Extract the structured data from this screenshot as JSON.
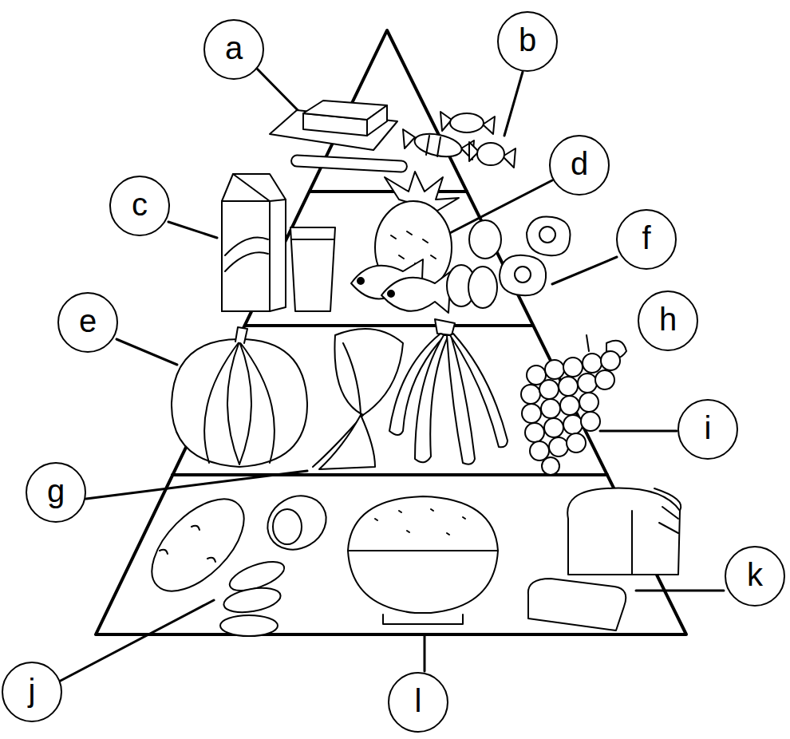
{
  "diagram": {
    "nodes": [
      {
        "text": [
          "a"
        ]
      },
      {
        "text": [
          "b"
        ]
      },
      {
        "text": [
          "c"
        ]
      },
      {
        "text": [
          "d"
        ]
      },
      {
        "text": [
          "e"
        ]
      },
      {
        "text": [
          "f"
        ]
      },
      {
        "text": [
          "g"
        ]
      },
      {
        "text": [
          "h"
        ]
      },
      {
        "text": [
          "i"
        ]
      },
      {
        "text": [
          "j"
        ]
      },
      {
        "text": [
          "k"
        ]
      },
      {
        "text": [
          "l"
        ]
      }
    ]
  }
}
